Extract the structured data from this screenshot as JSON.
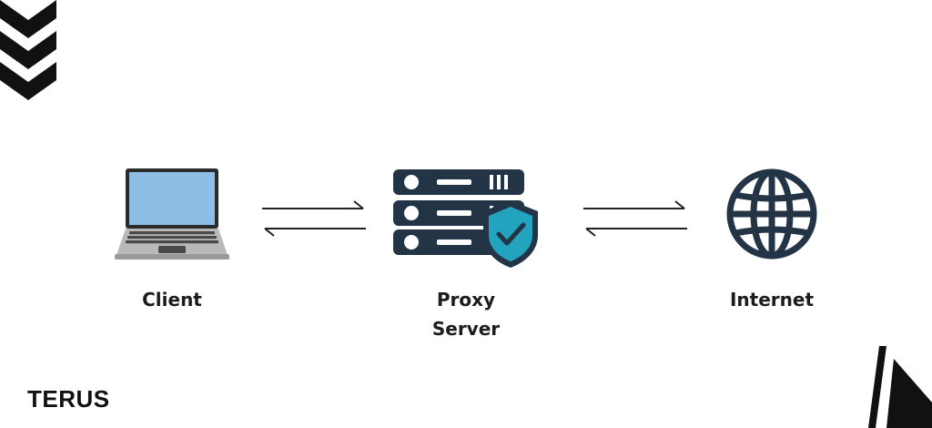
{
  "nodes": {
    "client": {
      "label": "Client",
      "icon": "laptop-icon"
    },
    "proxy": {
      "label_line1": "Proxy",
      "label_line2": "Server",
      "icon": "server-shield-icon"
    },
    "internet": {
      "label": "Internet",
      "icon": "globe-icon"
    }
  },
  "edges": [
    {
      "from": "client",
      "to": "proxy",
      "type": "bidirectional-arrows"
    },
    {
      "from": "proxy",
      "to": "internet",
      "type": "bidirectional-arrows"
    }
  ],
  "brand": {
    "name": "TERUS"
  },
  "colors": {
    "navy": "#243447",
    "shield_teal": "#22a3be",
    "screen_blue": "#8ebde6",
    "laptop_gray": "#b9b9b9",
    "text": "#1c1c1c"
  }
}
